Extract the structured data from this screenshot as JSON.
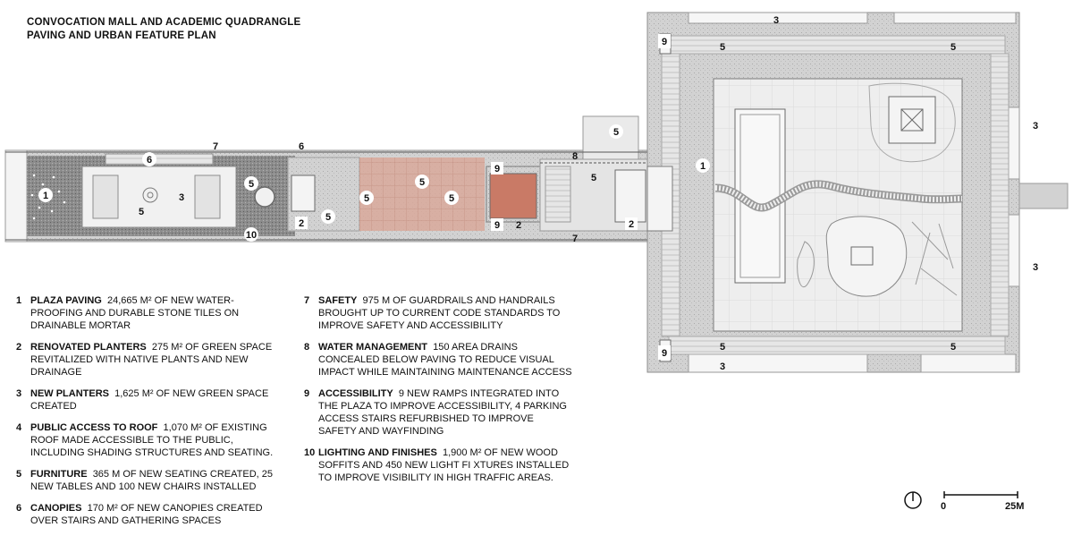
{
  "title": {
    "line1": "CONVOCATION MALL AND ACADEMIC QUADRANGLE",
    "line2": "PAVING AND URBAN FEATURE PLAN"
  },
  "legend": [
    {
      "num": "1",
      "head": "PLAZA PAVING",
      "text": "24,665 M² OF NEW WATER-PROOFING AND DURABLE STONE TILES ON DRAINABLE MORTAR"
    },
    {
      "num": "2",
      "head": "RENOVATED PLANTERS",
      "text": "275 M² OF GREEN SPACE REVITALIZED WITH NATIVE PLANTS AND NEW DRAINAGE"
    },
    {
      "num": "3",
      "head": "NEW PLANTERS",
      "text": "1,625 M² OF NEW GREEN SPACE CREATED"
    },
    {
      "num": "4",
      "head": "PUBLIC ACCESS TO ROOF",
      "text": "1,070 M² OF EXISTING ROOF MADE ACCESSIBLE TO THE PUBLIC, INCLUDING SHADING STRUCTURES AND SEATING."
    },
    {
      "num": "5",
      "head": "FURNITURE",
      "text": "365 M OF NEW SEATING CREATED, 25 NEW TABLES AND 100 NEW CHAIRS INSTALLED"
    },
    {
      "num": "6",
      "head": "CANOPIES",
      "text": "170 M² OF NEW CANOPIES CREATED OVER STAIRS AND GATHERING SPACES"
    },
    {
      "num": "7",
      "head": "SAFETY",
      "text": "975 M OF GUARDRAILS AND HANDRAILS BROUGHT UP TO CURRENT CODE STANDARDS TO IMPROVE SAFETY AND ACCESSIBILITY"
    },
    {
      "num": "8",
      "head": "WATER MANAGEMENT",
      "text": "150 AREA DRAINS CONCEALED BELOW PAVING TO REDUCE VISUAL IMPACT WHILE MAINTAINING MAINTENANCE ACCESS"
    },
    {
      "num": "9",
      "head": "ACCESSIBILITY",
      "text": "9 NEW RAMPS INTEGRATED INTO THE PLAZA TO IMPROVE ACCESSIBILITY, 4 PARKING ACCESS STAIRS REFURBISHED TO IMPROVE SAFETY AND WAYFINDING"
    },
    {
      "num": "10",
      "head": "LIGHTING AND FINISHES",
      "text": "1,900 M² OF NEW WOOD SOFFITS AND 450 NEW LIGHT FI XTURES INSTALLED TO IMPROVE VISIBILITY IN HIGH TRAFFIC AREAS."
    }
  ],
  "markers": {
    "m1a": "1",
    "m1b": "1",
    "m2a": "2",
    "m2b": "2",
    "m2c": "2",
    "m3a": "3",
    "m3b": "3",
    "m3c": "3",
    "m3d": "3",
    "m3e": "3",
    "m5a": "5",
    "m5b": "5",
    "m5c": "5",
    "m5d": "5",
    "m5e": "5",
    "m5f": "5",
    "m5g": "5",
    "m5h": "5",
    "m5i": "5",
    "m5j": "5",
    "m5k": "5",
    "m5l": "5",
    "m6a": "6",
    "m6b": "6",
    "m7a": "7",
    "m7b": "7",
    "m8": "8",
    "m9a": "9",
    "m9b": "9",
    "m9c": "9",
    "m9d": "9",
    "m10": "10"
  },
  "scale": {
    "zero": "0",
    "end": "25M"
  },
  "colors": {
    "red_paving": "#c97a66",
    "paving": "#d6d6d6",
    "dark_paving": "#9a9a9a",
    "line": "#555555"
  }
}
